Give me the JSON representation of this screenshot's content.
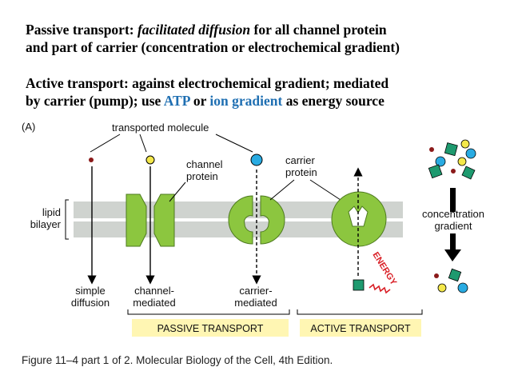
{
  "header": {
    "line1_a": "Passive transport: ",
    "line1_italic": "facilitated diffusion",
    "line1_b": " for all channel protein",
    "line2": "and part of carrier (concentration or electrochemical gradient)",
    "line3": "Active transport: against electrochemical gradient; mediated",
    "line4_a": "by carrier (pump); use ",
    "line4_atp": "ATP",
    "line4_or": " or ",
    "line4_ion": "ion gradient",
    "line4_b": " as energy source"
  },
  "figure": {
    "panel_label": "(A)",
    "transported_molecule": "transported molecule",
    "channel_protein_1": "channel",
    "channel_protein_2": "protein",
    "carrier_protein_1": "carrier",
    "carrier_protein_2": "protein",
    "lipid_1": "lipid",
    "lipid_2": "bilayer",
    "simple_1": "simple",
    "simple_2": "diffusion",
    "channel_med_1": "channel-",
    "channel_med_2": "mediated",
    "carrier_med_1": "carrier-",
    "carrier_med_2": "mediated",
    "energy": "ENERGY",
    "passive_transport": "PASSIVE TRANSPORT",
    "active_transport": "ACTIVE TRANSPORT",
    "conc_1": "concentration",
    "conc_2": "gradient"
  },
  "caption": "Figure 11–4 part 1 of 2. Molecular Biology of the Cell, 4th Edition.",
  "colors": {
    "highlight": "#1f6fb2",
    "membrane": "#cfd3cf",
    "protein_green": "#8cc63f",
    "label_box": "#fff6b3",
    "molecule_yellow": "#f4e84a",
    "molecule_blue": "#29abe2",
    "molecule_teal": "#1e9a6f",
    "molecule_red": "#8b1a1a"
  }
}
